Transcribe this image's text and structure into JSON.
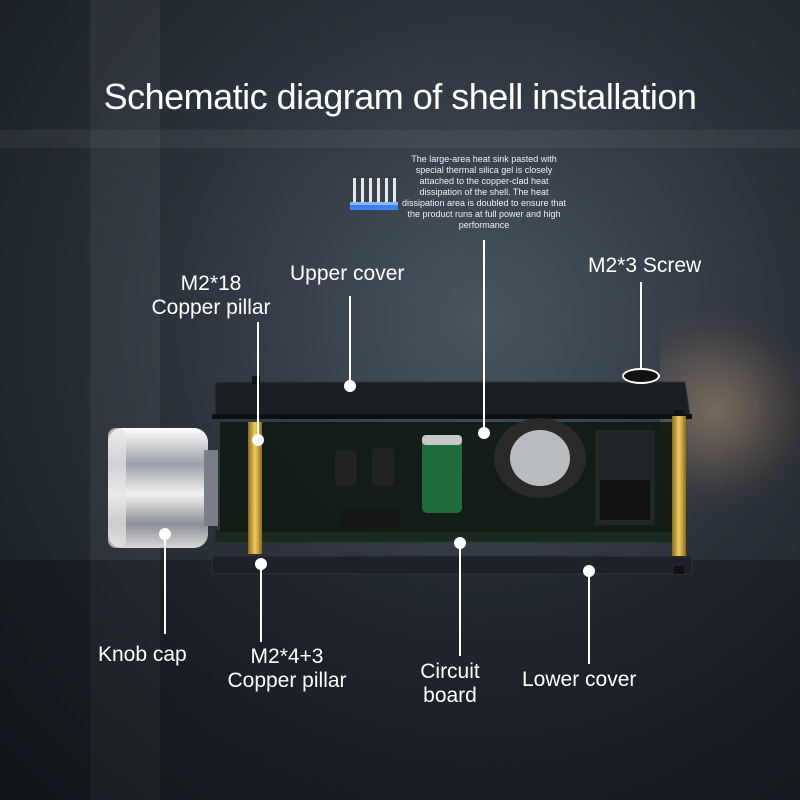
{
  "title": "Schematic diagram of shell installation",
  "heat_sink_note": "The large-area heat sink pasted with special thermal silica gel is closely attached to the copper-clad heat dissipation of the shell. The heat dissipation area is doubled to ensure that the product runs at full power and high performance",
  "labels": {
    "copper_pillar_18_line1": "M2*18",
    "copper_pillar_18_line2": "Copper pillar",
    "upper_cover": "Upper cover",
    "screw": "M2*3 Screw",
    "knob_cap": "Knob cap",
    "copper_pillar_4_line1": "M2*4+3",
    "copper_pillar_4_line2": "Copper pillar",
    "circuit_board_line1": "Circuit",
    "circuit_board_line2": "board",
    "lower_cover": "Lower cover"
  },
  "icons": [
    "heat-sink-icon"
  ],
  "colors": {
    "text": "#ffffff",
    "pillar": "#c9a233",
    "capacitor": "#1f6b3a",
    "pcb": "#1c2a1e"
  }
}
